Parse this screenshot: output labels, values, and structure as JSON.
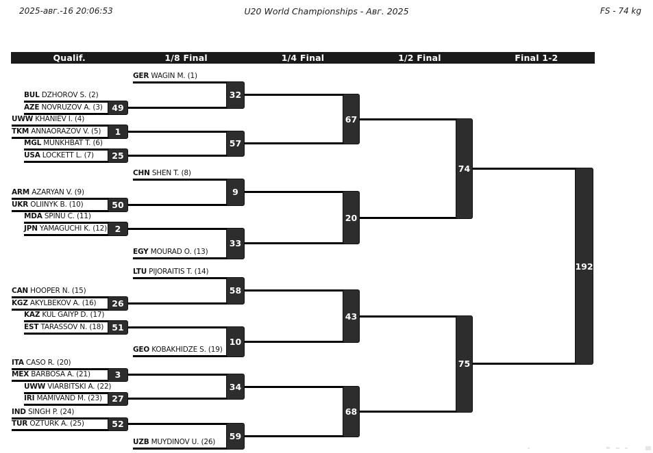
{
  "header": {
    "datetime": "2025-авг.-16 20:06:53",
    "title": "U20 World Championships - Авг. 2025",
    "weight_class": "FS - 74 kg"
  },
  "round_columns": [
    "Qualif.",
    "1/8 Final",
    "1/4 Final",
    "1/2 Final",
    "Final 1-2"
  ],
  "colors": {
    "header_bar": "#1a1a1a",
    "match_box": "#2d2d2d",
    "bracket_line": "#000000",
    "text": "#141414"
  },
  "athletes": [
    {
      "seed": 1,
      "country": "GER",
      "name": "WAGIN M."
    },
    {
      "seed": 2,
      "country": "BUL",
      "name": "DZHOROV S."
    },
    {
      "seed": 3,
      "country": "AZE",
      "name": "NOVRUZOV A."
    },
    {
      "seed": 4,
      "country": "UWW",
      "name": "KHANIEV I."
    },
    {
      "seed": 5,
      "country": "TKM",
      "name": "ANNAORAZOV V."
    },
    {
      "seed": 6,
      "country": "MGL",
      "name": "MUNKHBAT T."
    },
    {
      "seed": 7,
      "country": "USA",
      "name": "LOCKETT L."
    },
    {
      "seed": 8,
      "country": "CHN",
      "name": "SHEN T."
    },
    {
      "seed": 9,
      "country": "ARM",
      "name": "AZARYAN V."
    },
    {
      "seed": 10,
      "country": "UKR",
      "name": "OLIINYK B."
    },
    {
      "seed": 11,
      "country": "MDA",
      "name": "SPINU C."
    },
    {
      "seed": 12,
      "country": "JPN",
      "name": "YAMAGUCHI K."
    },
    {
      "seed": 13,
      "country": "EGY",
      "name": "MOURAD O."
    },
    {
      "seed": 14,
      "country": "LTU",
      "name": "PIJORAITIS T."
    },
    {
      "seed": 15,
      "country": "CAN",
      "name": "HOOPER N."
    },
    {
      "seed": 16,
      "country": "KGZ",
      "name": "AKYLBEKOV A."
    },
    {
      "seed": 17,
      "country": "KAZ",
      "name": "KUL GAIYP D."
    },
    {
      "seed": 18,
      "country": "EST",
      "name": "TARASSOV N."
    },
    {
      "seed": 19,
      "country": "GEO",
      "name": "KOBAKHIDZE S."
    },
    {
      "seed": 20,
      "country": "ITA",
      "name": "CASO R."
    },
    {
      "seed": 21,
      "country": "MEX",
      "name": "BARBOSA A."
    },
    {
      "seed": 22,
      "country": "UWW",
      "name": "VIARBITSKI A."
    },
    {
      "seed": 23,
      "country": "IRI",
      "name": "MAMIVAND M."
    },
    {
      "seed": 24,
      "country": "IND",
      "name": "SINGH P."
    },
    {
      "seed": 25,
      "country": "TUR",
      "name": "OZTURK A."
    },
    {
      "seed": 26,
      "country": "UZB",
      "name": "MUYDINOV U."
    }
  ],
  "matches": [
    {
      "no": 49,
      "round": 0,
      "top": {
        "athlete": 2
      },
      "bottom": {
        "athlete": 3
      }
    },
    {
      "no": 1,
      "round": 0,
      "top": {
        "athlete": 4
      },
      "bottom": {
        "athlete": 5
      }
    },
    {
      "no": 25,
      "round": 0,
      "top": {
        "athlete": 6
      },
      "bottom": {
        "athlete": 7
      }
    },
    {
      "no": 50,
      "round": 0,
      "top": {
        "athlete": 9
      },
      "bottom": {
        "athlete": 10
      }
    },
    {
      "no": 2,
      "round": 0,
      "top": {
        "athlete": 11
      },
      "bottom": {
        "athlete": 12
      }
    },
    {
      "no": 26,
      "round": 0,
      "top": {
        "athlete": 15
      },
      "bottom": {
        "athlete": 16
      }
    },
    {
      "no": 51,
      "round": 0,
      "top": {
        "athlete": 17
      },
      "bottom": {
        "athlete": 18
      }
    },
    {
      "no": 3,
      "round": 0,
      "top": {
        "athlete": 20
      },
      "bottom": {
        "athlete": 21
      }
    },
    {
      "no": 27,
      "round": 0,
      "top": {
        "athlete": 22
      },
      "bottom": {
        "athlete": 23
      }
    },
    {
      "no": 52,
      "round": 0,
      "top": {
        "athlete": 24
      },
      "bottom": {
        "athlete": 25
      }
    },
    {
      "no": 32,
      "round": 1,
      "top": {
        "athlete": 1
      },
      "bottom": {
        "match": 49
      }
    },
    {
      "no": 57,
      "round": 1,
      "top": {
        "match": 1
      },
      "bottom": {
        "match": 25
      }
    },
    {
      "no": 9,
      "round": 1,
      "top": {
        "athlete": 8
      },
      "bottom": {
        "match": 50
      }
    },
    {
      "no": 33,
      "round": 1,
      "top": {
        "match": 2
      },
      "bottom": {
        "athlete": 13
      }
    },
    {
      "no": 58,
      "round": 1,
      "top": {
        "athlete": 14
      },
      "bottom": {
        "match": 26
      }
    },
    {
      "no": 10,
      "round": 1,
      "top": {
        "match": 51
      },
      "bottom": {
        "athlete": 19
      }
    },
    {
      "no": 34,
      "round": 1,
      "top": {
        "match": 3
      },
      "bottom": {
        "match": 27
      }
    },
    {
      "no": 59,
      "round": 1,
      "top": {
        "match": 52
      },
      "bottom": {
        "athlete": 26
      }
    },
    {
      "no": 67,
      "round": 2,
      "top": {
        "match": 32
      },
      "bottom": {
        "match": 57
      }
    },
    {
      "no": 20,
      "round": 2,
      "top": {
        "match": 9
      },
      "bottom": {
        "match": 33
      }
    },
    {
      "no": 43,
      "round": 2,
      "top": {
        "match": 58
      },
      "bottom": {
        "match": 10
      }
    },
    {
      "no": 68,
      "round": 2,
      "top": {
        "match": 34
      },
      "bottom": {
        "match": 59
      }
    },
    {
      "no": 74,
      "round": 3,
      "top": {
        "match": 67
      },
      "bottom": {
        "match": 20
      }
    },
    {
      "no": 75,
      "round": 3,
      "top": {
        "match": 43
      },
      "bottom": {
        "match": 68
      }
    },
    {
      "no": 192,
      "round": 4,
      "top": {
        "match": 74
      },
      "bottom": {
        "match": 75
      }
    }
  ]
}
